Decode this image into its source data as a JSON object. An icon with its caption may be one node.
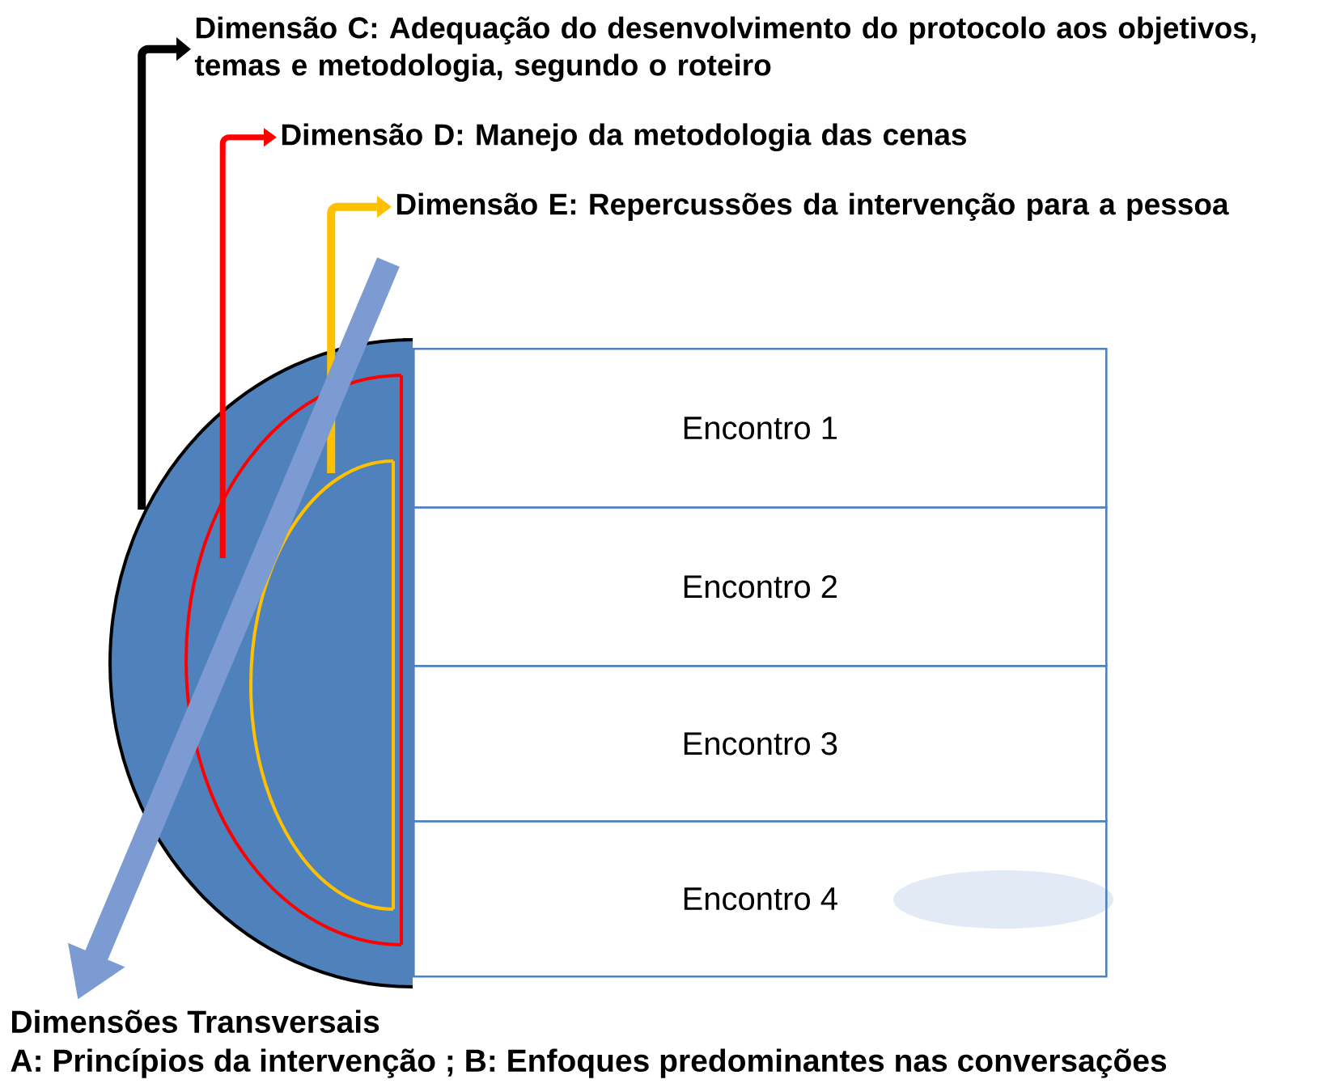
{
  "diagram": {
    "nodes": [
      {
        "text": [
          "Dimensão C: Adequação do desenvolvimento do protocolo aos objetivos, temas e metodologia, segundo o roteiro"
        ]
      },
      {
        "text": [
          "Dimensão D: Manejo da metodologia das cenas"
        ]
      },
      {
        "text": [
          "Dimensão E: Repercussões da intervenção para a pessoa"
        ]
      },
      {
        "text": [],
        "shape": "semicircle"
      },
      {
        "text": [],
        "shape": "arc",
        "in": 3
      },
      {
        "text": [],
        "shape": "arc",
        "in": 4
      },
      {
        "text": [
          "Encontro 1"
        ]
      },
      {
        "text": [
          "Encontro 2"
        ]
      },
      {
        "text": [
          "Encontro 3"
        ]
      },
      {
        "text": [
          "Encontro 4"
        ]
      },
      {
        "text": [
          "Dimensões Transversais",
          "A: Princípios da intervenção ; B: Enfoques predominantes nas conversações"
        ]
      }
    ],
    "edges": [
      {
        "from": 3,
        "to": 0,
        "arrow": "to",
        "color": "#000000"
      },
      {
        "from": 4,
        "to": 1,
        "arrow": "to",
        "color": "#ff0000"
      },
      {
        "from": 5,
        "to": 2,
        "arrow": "to",
        "color": "#ffc000"
      },
      {
        "from": null,
        "to": 10,
        "arrow": "to",
        "style": "thick",
        "color": "#7b9bd2"
      }
    ]
  }
}
